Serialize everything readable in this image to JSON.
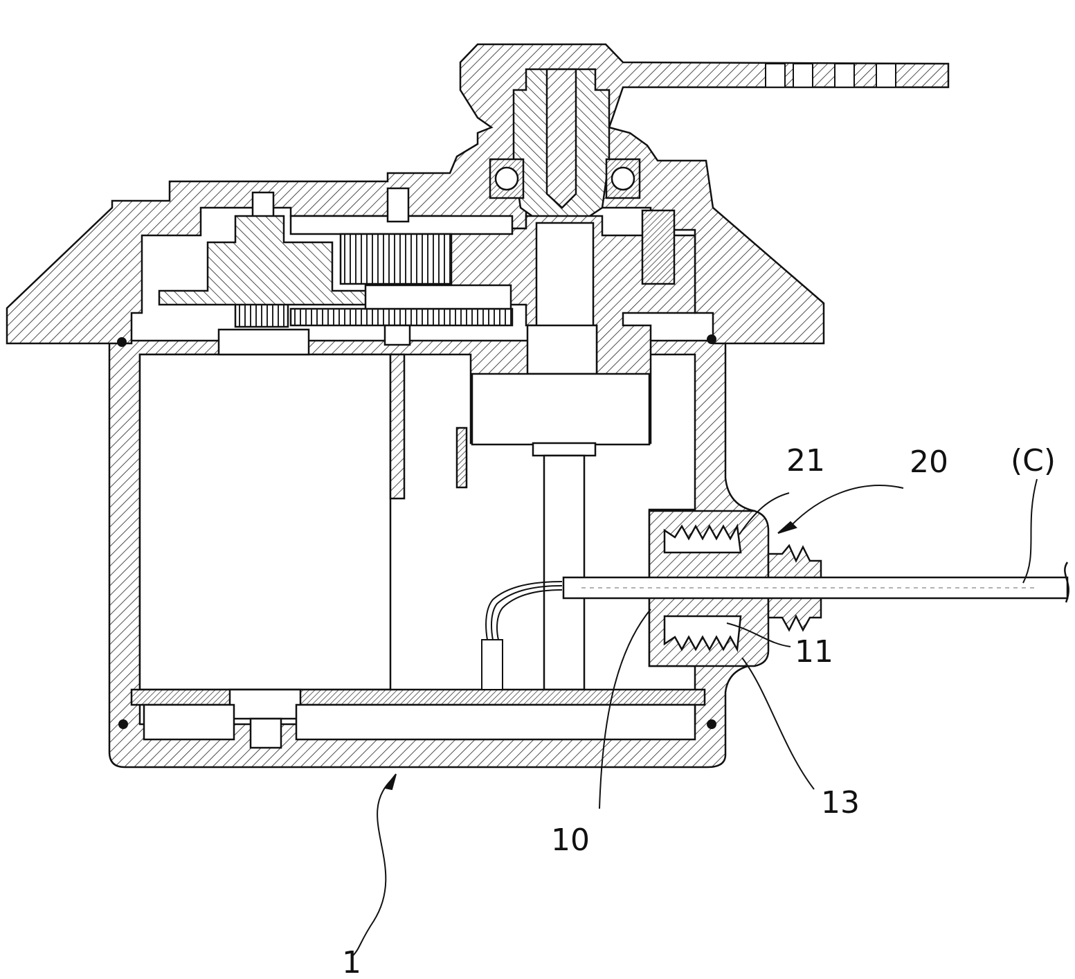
{
  "figure": {
    "labels": {
      "housing": "1",
      "pipe_port": "10",
      "port_thread": "11",
      "port_shoulder": "13",
      "nut": "20",
      "nut_thread": "21",
      "cable": "(C)"
    }
  }
}
